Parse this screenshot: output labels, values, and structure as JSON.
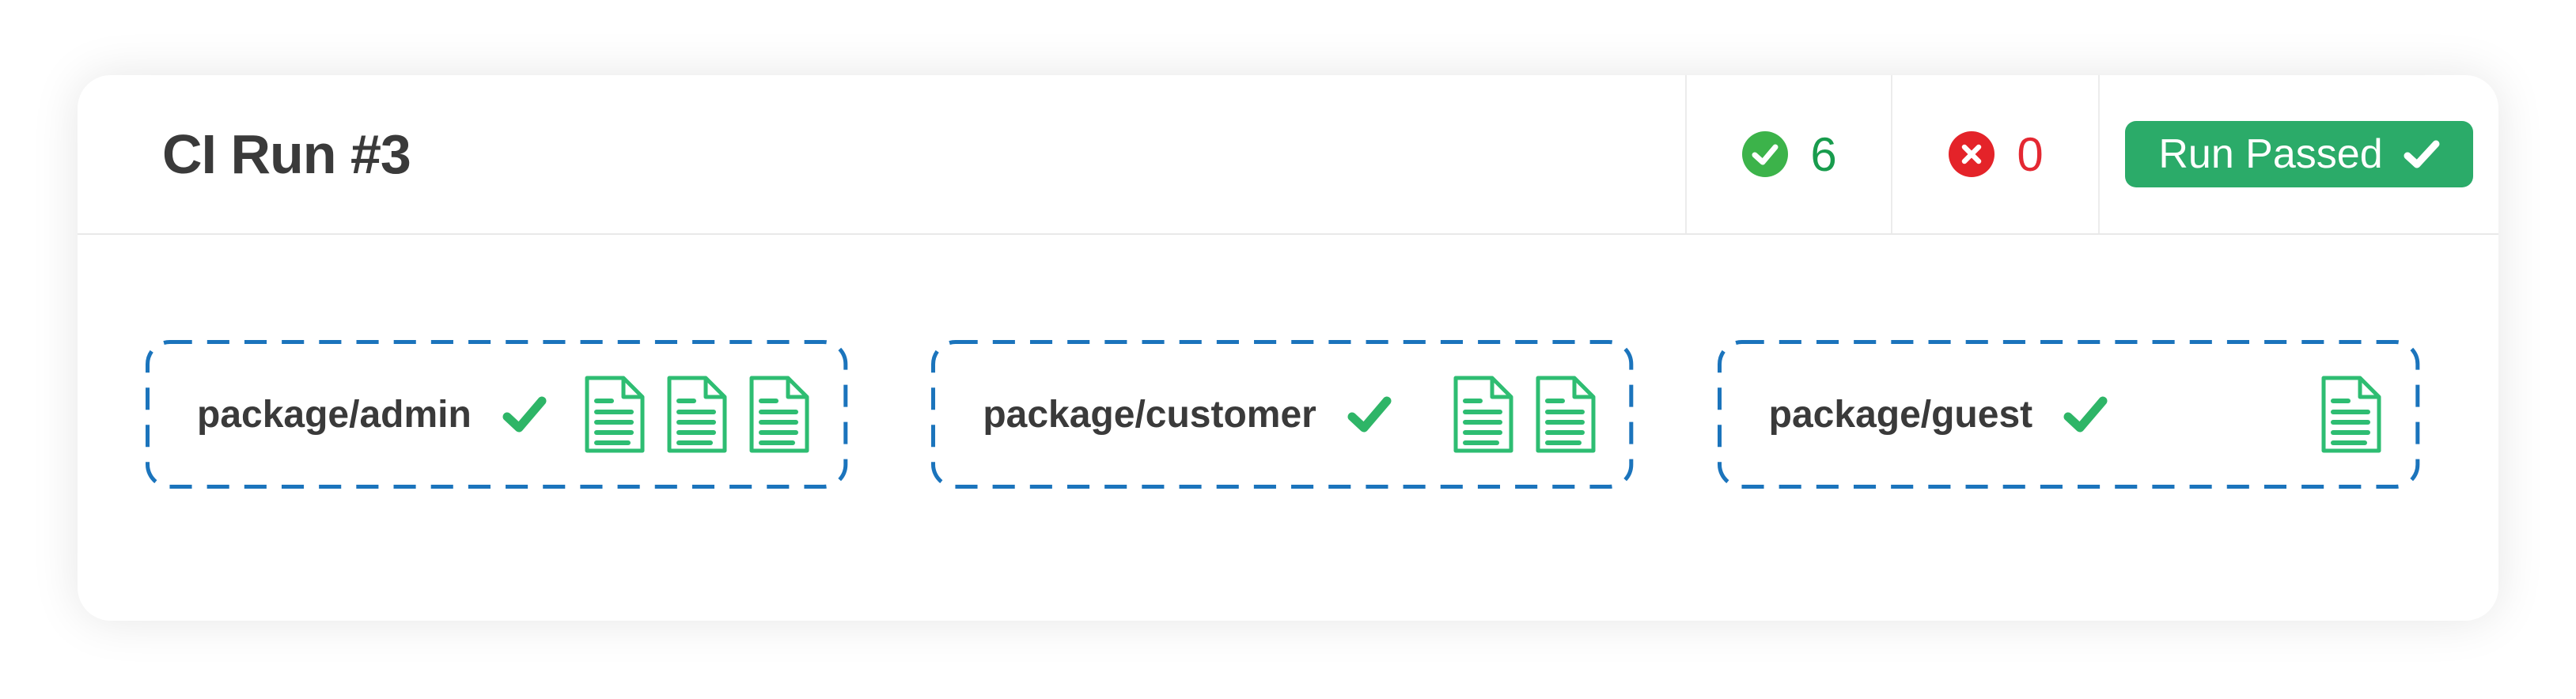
{
  "header": {
    "title": "CI Run #3",
    "stats": [
      {
        "name": "tests-passed",
        "icon": "check-circle-icon",
        "value": "6"
      },
      {
        "name": "tests-failed",
        "icon": "x-circle-icon",
        "value": "0"
      }
    ],
    "status_button": {
      "label": "Run Passed",
      "icon": "check-icon"
    }
  },
  "packages": [
    {
      "label": "package/admin",
      "status_icon": "check-icon",
      "doc_count": 3
    },
    {
      "label": "package/customer",
      "status_icon": "check-icon",
      "doc_count": 2
    },
    {
      "label": "package/guest",
      "status_icon": "check-icon",
      "doc_count": 1
    }
  ],
  "colors": {
    "dash-blue": "#1B74BC",
    "doc-green": "#2EBD72",
    "check-green": "#2EB567",
    "circle-green": "#3CB34A",
    "num-green": "#189C4D",
    "red": "#E42329",
    "num-red": "#E42832",
    "btn-green": "#2BAB69",
    "text-dark": "#3A3A3A",
    "divider": "#ECECEC",
    "header-border": "#E9E9E9",
    "card-bg": "#FFFFFF",
    "page-bg": "#FFFFFF"
  }
}
